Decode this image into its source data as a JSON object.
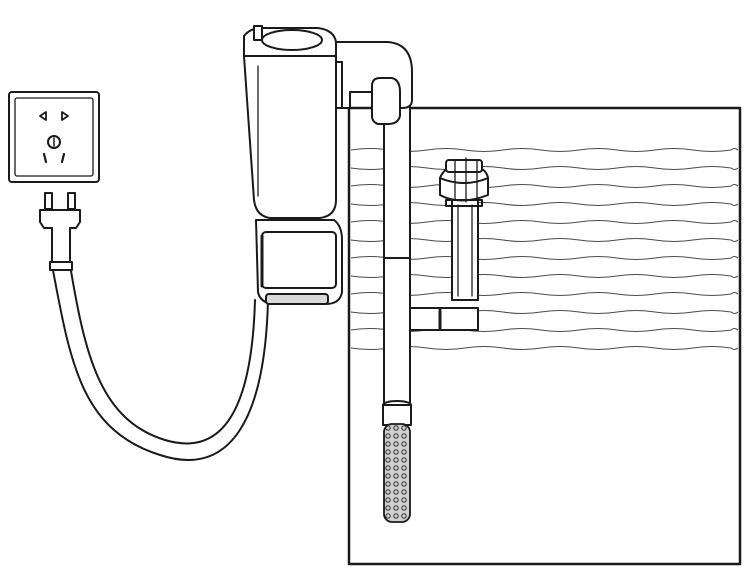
{
  "figure": {
    "description_free": true,
    "components": [
      {
        "id": "wall-socket",
        "icon": "power-socket-icon"
      },
      {
        "id": "power-plug",
        "icon": "power-plug-icon"
      },
      {
        "id": "power-cord",
        "icon": "cable-icon"
      },
      {
        "id": "filter-box",
        "icon": "hang-on-filter-icon"
      },
      {
        "id": "aquarium-tank",
        "icon": "fish-tank-icon"
      },
      {
        "id": "intake-tube",
        "icon": "intake-pipe-icon"
      },
      {
        "id": "intake-strainer",
        "icon": "strainer-icon"
      },
      {
        "id": "surface-skimmer",
        "icon": "skimmer-icon"
      },
      {
        "id": "water-surface",
        "icon": "water-waves-icon"
      }
    ],
    "colors": {
      "outline": "#1a1a1a",
      "water_lines": "#4a4a4a",
      "strainer_fill": "#bfbfbf",
      "background": "#ffffff"
    }
  }
}
